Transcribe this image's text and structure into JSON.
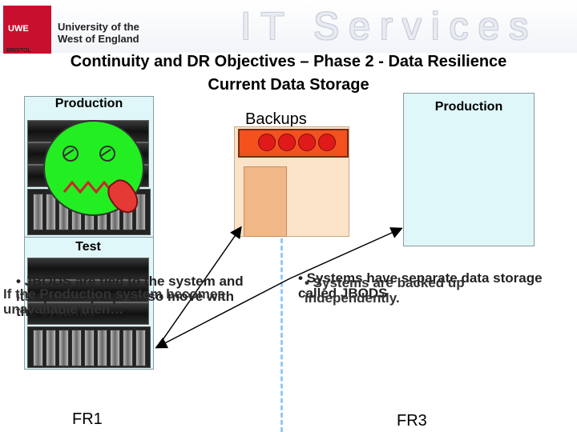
{
  "header": {
    "logo_text": "UWE",
    "logo_sub": "BRISTOL",
    "university_name": "University of the West of England",
    "banner_title": "IT Services"
  },
  "slide": {
    "title_line1": "Continuity and DR Objectives – Phase 2 - Data Resilience",
    "title_line2": "Current Data Storage"
  },
  "panels": {
    "production_left_label": "Production",
    "production_right_label": "Production",
    "backups_label": "Backups",
    "test_label": "Test"
  },
  "text": {
    "left_bullet_overlapped": "• JBODS are tied to the system and its specific purpose so move with the systems",
    "left_bullet_overlay": "If the Production system becomes unavailable then…",
    "right_bullet": "• Systems have separate data storage called JBODS",
    "right_bullet_overlay": "• Systems are backed up independently."
  },
  "footer": {
    "fr1": "FR1",
    "fr3": "FR3"
  },
  "colors": {
    "logo_red": "#c8102e",
    "panel_fill": "#e0f7fa",
    "face_green": "#22ee22",
    "backup_orange": "#f4511e",
    "divider_blue": "#90caf9"
  }
}
